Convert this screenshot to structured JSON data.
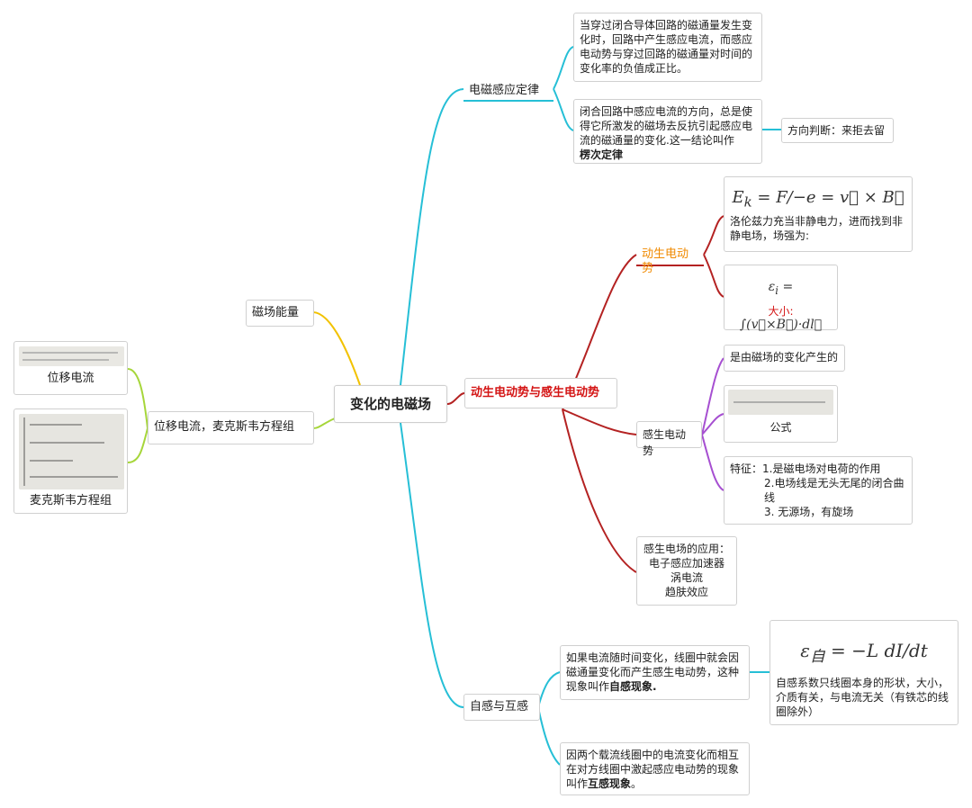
{
  "center": "变化的电磁场",
  "left": {
    "magnetic_energy": "磁场能量",
    "displacement_maxwell": "位移电流，麦克斯韦方程组",
    "displacement_current": "位移电流",
    "maxwell_equations": "麦克斯韦方程组"
  },
  "em_induction": {
    "title": "电磁感应定律",
    "law_text": "当穿过闭合导体回路的磁通量发生变化时，回路中产生感应电流，而感应电动势与穿过回路的磁通量对时间的变化率的负值成正比。",
    "lenz_text": "闭合回路中感应电流的方向，总是使得它所激发的磁场去反抗引起感应电流的磁通量的变化.这一结论叫作",
    "lenz_bold": "楞次定律",
    "direction_rule": "方向判断：来拒去留"
  },
  "motional": {
    "main": "动生电动势与感生电动势",
    "motional_title": "动生电动势",
    "lorentz_text": "洛伦兹力充当非静电力，进而找到非静电场，场强为:",
    "magnitude_label": "大小:",
    "induced_title": "感生电动势",
    "induced_origin": "是由磁场的变化产生的",
    "formula_label": "公式",
    "features_title": "特征：1.是磁电场对电荷的作用",
    "feature2": "2.电场线是无头无尾的闭合曲线",
    "feature3": "3. 无源场，有旋场",
    "applications_title": "感生电场的应用：",
    "app1": "电子感应加速器",
    "app2": "涡电流",
    "app3": "趋肤效应"
  },
  "self_mutual": {
    "title": "自感与互感",
    "self_text": "如果电流随时间变化，线圈中就会因磁通量变化而产生感生电动势，这种现象叫作",
    "self_bold": "自感现象.",
    "self_coef_text": "自感系数只线圈本身的形状，大小，介质有关，与电流无关（有铁芯的线圈除外）",
    "mutual_text": "因两个载流线圈中的电流变化而相互在对方线圈中激起感应电动势的现象叫作",
    "mutual_bold": "互感现象",
    "mutual_tail": "。"
  },
  "colors": {
    "cyan": "#26bfd6",
    "red": "#b42222",
    "purple": "#a64fd1",
    "yellow": "#f2c200",
    "green": "#a6d63a"
  }
}
